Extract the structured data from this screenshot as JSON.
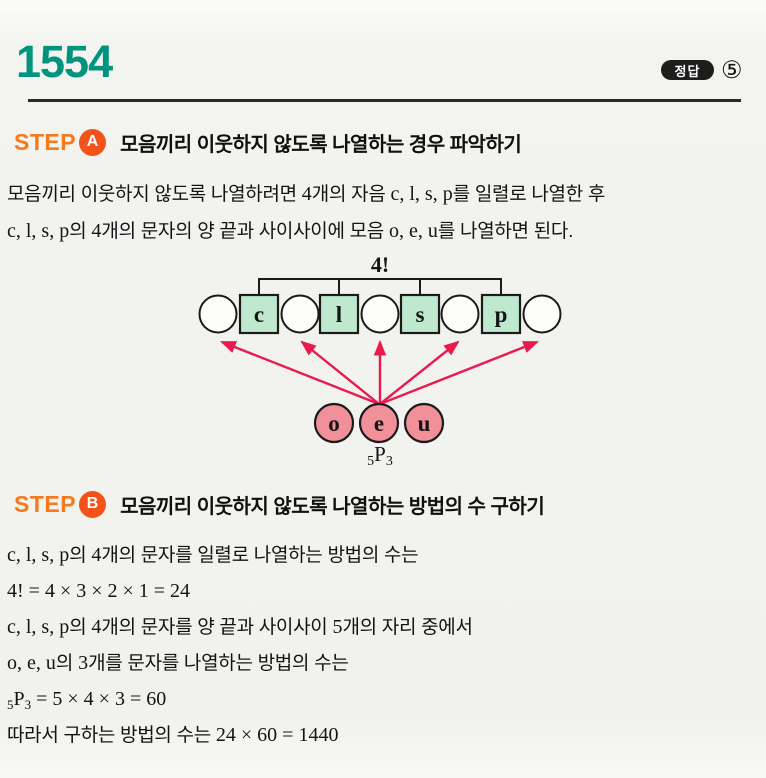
{
  "header": {
    "problem_number": "1554",
    "answer_badge": "정답",
    "answer_value": "⑤"
  },
  "colors": {
    "problem_number_accent": "#00947f",
    "step_accent": "#f5791d",
    "step_badge": "#f3531b",
    "box_fill": "#bfe9cf",
    "vowel_fill": "#f2909a",
    "arrow": "#e91a4d",
    "outline": "#1a1a1a"
  },
  "step_a": {
    "label": "STEP",
    "badge": "A",
    "title": "모음끼리 이웃하지 않도록 나열하는 경우 파악하기",
    "line1": {
      "s1": "모음끼리 이웃하지 않도록 나열하려면 ",
      "s2": "4",
      "s3": "개의 자음 ",
      "s4": "c, l, s, p",
      "s5": "를 일렬로 나열한 후"
    },
    "line2": {
      "s1": "c, l, s, p",
      "s2": "의 ",
      "s3": "4",
      "s4": "개의 문자의 양 끝과 사이사이에 모음 ",
      "s5": "o, e, u",
      "s6": "를 나열하면 된다."
    }
  },
  "diagram": {
    "factorial_label": "4!",
    "consonants": [
      "c",
      "l",
      "s",
      "p"
    ],
    "vowels": [
      "o",
      "e",
      "u"
    ],
    "permutation": {
      "pre": "5",
      "main": "P",
      "sub": "3"
    }
  },
  "step_b": {
    "label": "STEP",
    "badge": "B",
    "title": "모음끼리 이웃하지 않도록 나열하는 방법의 수 구하기",
    "line1": {
      "s1": "c, l, s, p",
      "s2": "의 ",
      "s3": "4",
      "s4": "개의 문자를 일렬로 나열하는 방법의 수는"
    },
    "line2": "4! = 4 × 3 × 2 × 1 = 24",
    "line3": {
      "s1": "c, l, s, p",
      "s2": "의 ",
      "s3": "4",
      "s4": "개의 문자를 양 끝과 사이사이 ",
      "s5": "5",
      "s6": "개의 자리 중에서"
    },
    "line4": {
      "s1": "o, e, u",
      "s2": "의 ",
      "s3": "3",
      "s4": "개를 문자를 나열하는 방법의 수는"
    },
    "line5": {
      "sub1": "5",
      "main": "P",
      "sub2": "3",
      "rest": " = 5 × 4 × 3 = 60"
    },
    "line6": {
      "s1": "따라서 구하는 방법의 수는 ",
      "s2": "24 × 60 = 1440"
    }
  }
}
